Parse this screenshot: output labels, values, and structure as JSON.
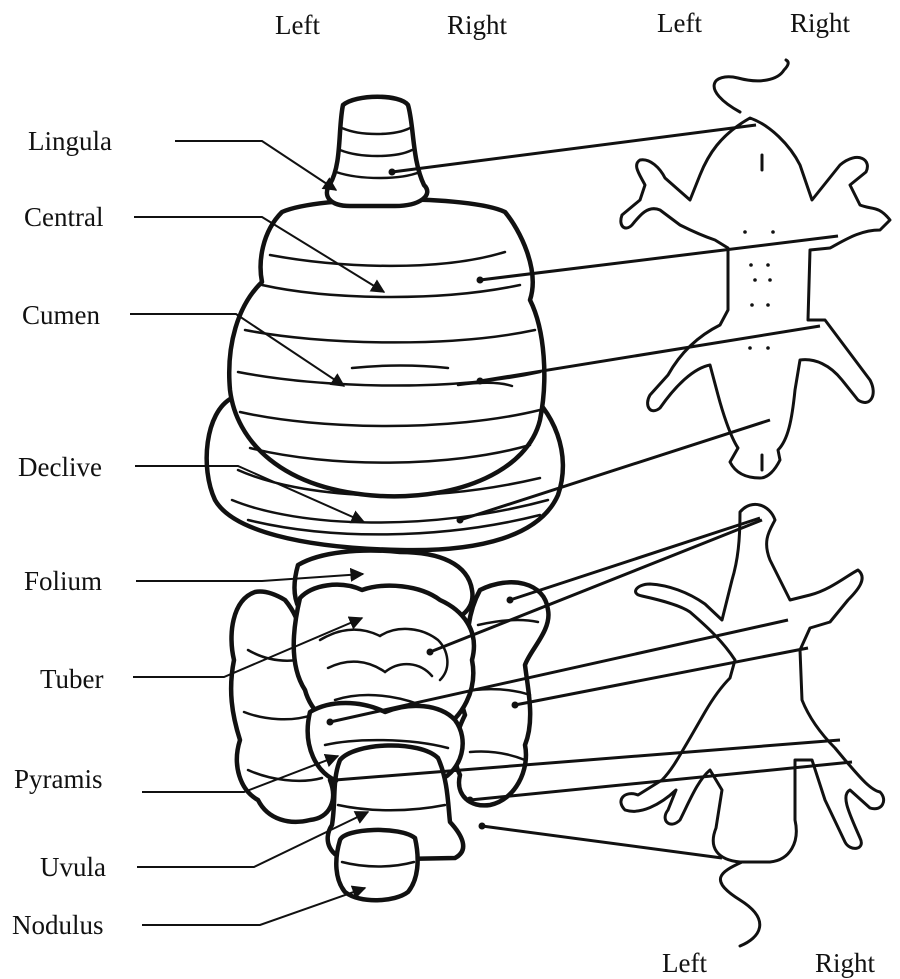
{
  "orientation": {
    "top_left": "Left",
    "top_right": "Right",
    "right_left": "Left",
    "right_right": "Right",
    "bottom_left": "Left",
    "bottom_right": "Right"
  },
  "lobules": [
    {
      "id": "lingula",
      "label": "Lingula"
    },
    {
      "id": "central",
      "label": "Central"
    },
    {
      "id": "cumen",
      "label": "Cumen"
    },
    {
      "id": "declive",
      "label": "Declive"
    },
    {
      "id": "folium",
      "label": "Folium"
    },
    {
      "id": "tuber",
      "label": "Tuber"
    },
    {
      "id": "pyramis",
      "label": "Pyramis"
    },
    {
      "id": "uvula",
      "label": "Uvula"
    },
    {
      "id": "nodulus",
      "label": "Nodulus"
    }
  ],
  "colors": {
    "ink": "#111111",
    "background": "#ffffff"
  }
}
